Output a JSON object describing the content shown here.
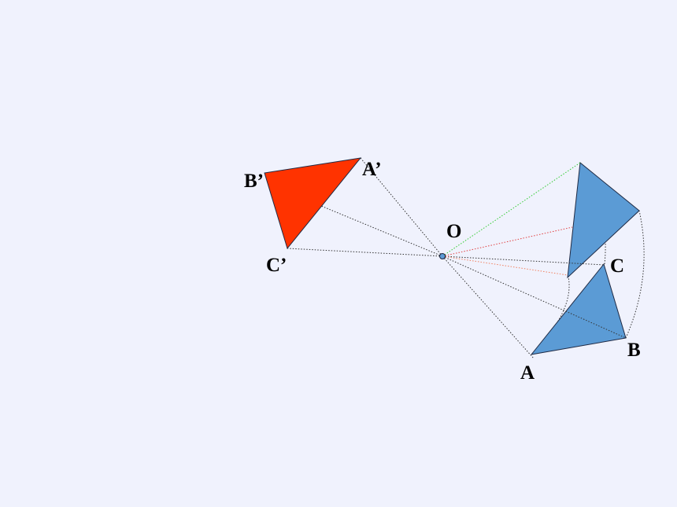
{
  "colors": {
    "background": "#f0f2fd",
    "image_triangle_fill": "#ff3300",
    "original_triangle_fill": "#5b9bd5",
    "outline": "#1f2a44",
    "construction_line": "#333333",
    "green_line": "#33cc33",
    "red_line": "#e04040",
    "salmon_line": "#f08060"
  },
  "labels": {
    "center": "O",
    "a": "A",
    "b": "B",
    "c": "C",
    "a_prime": "A’",
    "b_prime": "B’",
    "c_prime": "C’"
  }
}
